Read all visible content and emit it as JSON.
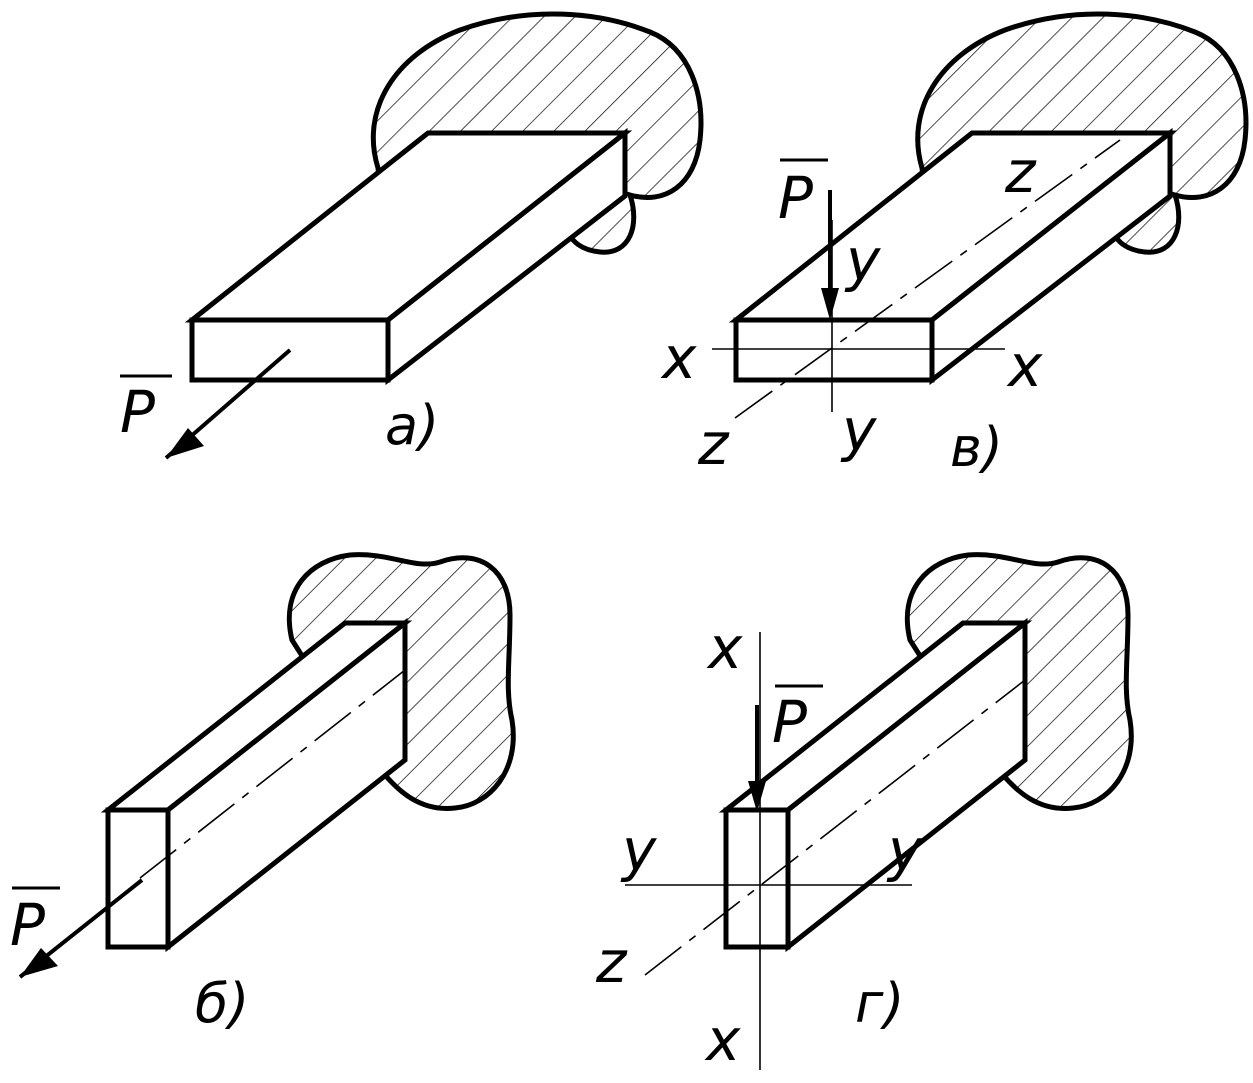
{
  "colors": {
    "ink": "#000000",
    "paper": "#ffffff"
  },
  "panels": {
    "a": {
      "caption": "а)",
      "force": "P"
    },
    "v": {
      "caption": "в)",
      "force": "P",
      "axis_x_left": "x",
      "axis_x_right": "x",
      "axis_y_top": "y",
      "axis_y_bottom": "y",
      "axis_z_top": "z",
      "axis_z_bottom": "z"
    },
    "b": {
      "caption": "б)",
      "force": "P"
    },
    "g": {
      "caption": "г)",
      "force": "P",
      "axis_x_top": "x",
      "axis_x_bottom": "x",
      "axis_y_left": "y",
      "axis_y_right": "y",
      "axis_z": "z"
    }
  }
}
